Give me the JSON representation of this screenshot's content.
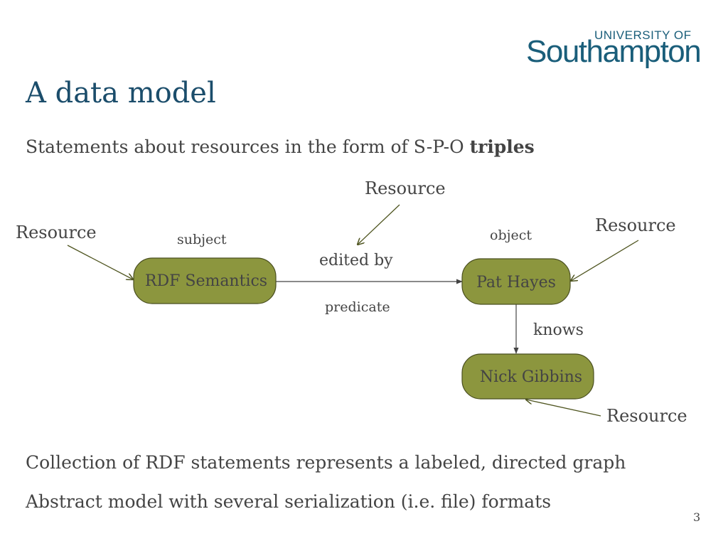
{
  "header": {
    "logo_university": "UNIVERSITY OF",
    "logo_name": "Southampton",
    "title": "A data model",
    "subtitle_prefix": "Statements about resources in the form of S-P-O ",
    "subtitle_bold": "triples"
  },
  "diagram": {
    "nodes": {
      "subject_node": "RDF Semantics",
      "object_node": "Pat Hayes",
      "third_node": "Nick Gibbins"
    },
    "labels": {
      "resource_top": "Resource",
      "resource_left": "Resource",
      "resource_right": "Resource",
      "resource_bottom": "Resource",
      "subject": "subject",
      "object": "object",
      "predicate_edge": "edited by",
      "predicate": "predicate",
      "knows_edge": "knows"
    },
    "colors": {
      "node_fill": "#8c963e",
      "node_stroke": "#4a4f20",
      "arrow": "#4f5520"
    }
  },
  "footer": {
    "line1": "Collection of RDF statements represents a labeled, directed graph",
    "line2": "Abstract model with several serialization (i.e. file) formats",
    "page_number": "3"
  }
}
